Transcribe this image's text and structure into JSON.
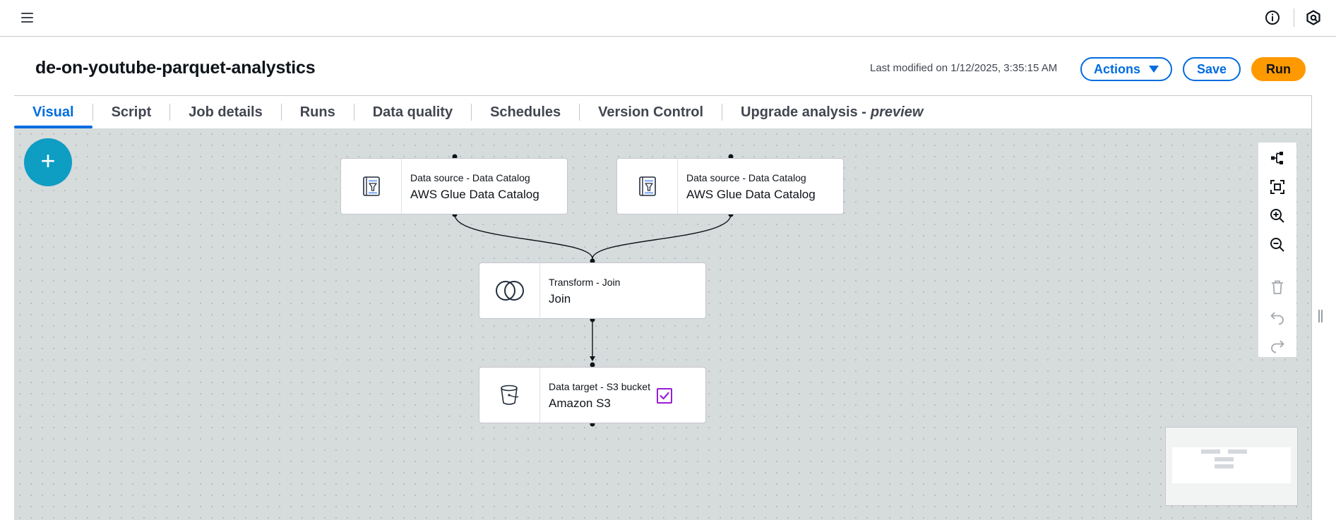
{
  "topbar": {
    "menu_icon": "hamburger-icon",
    "info_icon": "info-icon",
    "settings_icon": "hexagon-settings-icon"
  },
  "header": {
    "title": "de-on-youtube-parquet-analystics",
    "last_modified": "Last modified on 1/12/2025, 3:35:15 AM",
    "actions_label": "Actions",
    "save_label": "Save",
    "run_label": "Run"
  },
  "tabs": [
    {
      "label": "Visual",
      "active": true
    },
    {
      "label": "Script"
    },
    {
      "label": "Job details"
    },
    {
      "label": "Runs"
    },
    {
      "label": "Data quality"
    },
    {
      "label": "Schedules"
    },
    {
      "label": "Version Control"
    },
    {
      "label": "Upgrade analysis -",
      "suffix": "preview"
    }
  ],
  "canvas": {
    "add_label": "+",
    "nodes": [
      {
        "type": "Data source - Data Catalog",
        "name": "AWS Glue Data Catalog",
        "icon": "data-catalog-icon"
      },
      {
        "type": "Data source - Data Catalog",
        "name": "AWS Glue Data Catalog",
        "icon": "data-catalog-icon"
      },
      {
        "type": "Transform - Join",
        "name": "Join",
        "icon": "join-icon"
      },
      {
        "type": "Data target - S3 bucket",
        "name": "Amazon S3",
        "icon": "s3-bucket-icon"
      }
    ]
  },
  "toolbar": {
    "items": [
      "layout-icon",
      "fit-view-icon",
      "zoom-in-icon",
      "zoom-out-icon",
      "delete-icon",
      "undo-icon",
      "redo-icon"
    ]
  },
  "colors": {
    "accent": "#006ce0",
    "run_button": "#ff9900",
    "add_button": "#0e9dc3",
    "canvas_bg": "#d6dbdc",
    "status_border": "#9b1bd9"
  }
}
